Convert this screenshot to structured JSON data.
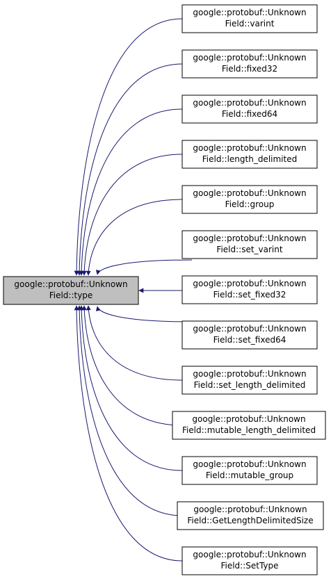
{
  "root": {
    "line1": "google::protobuf::Unknown",
    "line2": "Field::type",
    "fill": "#bfbfbf"
  },
  "callers": [
    {
      "line1": "google::protobuf::Unknown",
      "line2": "Field::varint"
    },
    {
      "line1": "google::protobuf::Unknown",
      "line2": "Field::fixed32"
    },
    {
      "line1": "google::protobuf::Unknown",
      "line2": "Field::fixed64"
    },
    {
      "line1": "google::protobuf::Unknown",
      "line2": "Field::length_delimited"
    },
    {
      "line1": "google::protobuf::Unknown",
      "line2": "Field::group"
    },
    {
      "line1": "google::protobuf::Unknown",
      "line2": "Field::set_varint"
    },
    {
      "line1": "google::protobuf::Unknown",
      "line2": "Field::set_fixed32"
    },
    {
      "line1": "google::protobuf::Unknown",
      "line2": "Field::set_fixed64"
    },
    {
      "line1": "google::protobuf::Unknown",
      "line2": "Field::set_length_delimited"
    },
    {
      "line1": "google::protobuf::Unknown",
      "line2": "Field::mutable_length_delimited"
    },
    {
      "line1": "google::protobuf::Unknown",
      "line2": "Field::mutable_group"
    },
    {
      "line1": "google::protobuf::Unknown",
      "line2": "Field::GetLengthDelimitedSize"
    },
    {
      "line1": "google::protobuf::Unknown",
      "line2": "Field::SetType"
    }
  ],
  "edge_color": "#191970",
  "box_border": "#000000"
}
